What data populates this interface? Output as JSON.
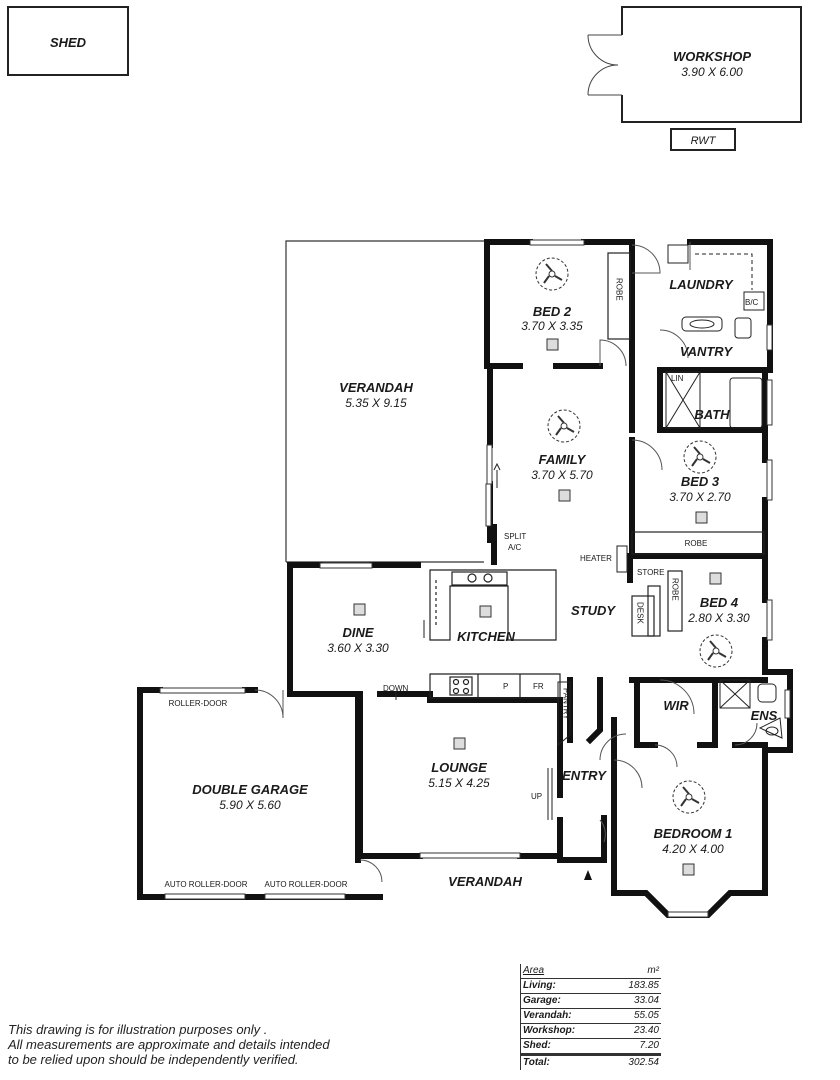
{
  "plan": {
    "shed": "SHED",
    "workshop": {
      "name": "WORKSHOP",
      "dims": "3.90 X 6.00"
    },
    "rwt": "RWT",
    "verandah_rear": {
      "name": "VERANDAH",
      "dims": "5.35 X 9.15"
    },
    "bed2": {
      "name": "BED 2",
      "dims": "3.70 X 3.35"
    },
    "laundry": "LAUNDRY",
    "vantry": "VANTRY",
    "bath": "BATH",
    "lin": "LIN",
    "bic": "B/C",
    "robe": "ROBE",
    "family": {
      "name": "FAMILY",
      "dims": "3.70 X 5.70"
    },
    "bed3": {
      "name": "BED 3",
      "dims": "3.70 X 2.70"
    },
    "split_ac_1": "SPLIT",
    "split_ac_2": "A/C",
    "heater": "HEATER",
    "store": "STORE",
    "desk": "DESK",
    "bed4": {
      "name": "BED 4",
      "dims": "2.80 X 3.30"
    },
    "dine": {
      "name": "DINE",
      "dims": "3.60 X 3.30"
    },
    "kitchen": "KITCHEN",
    "study": "STUDY",
    "down": "DOWN",
    "p": "P",
    "fr": "FR",
    "pantry": "PANTRY",
    "wir": "WIR",
    "ens": "ENS",
    "roller_door": "ROLLER-DOOR",
    "garage": {
      "name": "DOUBLE GARAGE",
      "dims": "5.90 X 5.60"
    },
    "lounge": {
      "name": "LOUNGE",
      "dims": "5.15 X 4.25"
    },
    "entry": "ENTRY",
    "up": "UP",
    "bedroom1": {
      "name": "BEDROOM 1",
      "dims": "4.20 X 4.00"
    },
    "auto_roller_1": "AUTO ROLLER-DOOR",
    "auto_roller_2": "AUTO ROLLER-DOOR",
    "verandah_front": "VERANDAH"
  },
  "area_table": {
    "header": {
      "label": "Area",
      "unit": "m²"
    },
    "rows": [
      {
        "label": "Living:",
        "value": "183.85"
      },
      {
        "label": "Garage:",
        "value": "33.04"
      },
      {
        "label": "Verandah:",
        "value": "55.05"
      },
      {
        "label": "Workshop:",
        "value": "23.40"
      },
      {
        "label": "Shed:",
        "value": "7.20"
      }
    ],
    "total": {
      "label": "Total:",
      "value": "302.54"
    }
  },
  "disclaimer": {
    "line1": "This drawing is for illustration purposes only .",
    "line2": "All measurements are approximate and details intended",
    "line3": "to be relied upon should be independently verified."
  }
}
